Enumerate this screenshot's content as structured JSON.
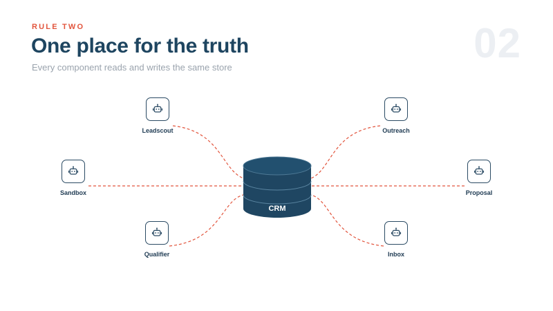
{
  "header": {
    "eyebrow": "RULE TWO",
    "title": "One place for the truth",
    "subtitle": "Every component reads and writes the same store",
    "slide_number": "02"
  },
  "hub": {
    "label": "CRM",
    "icon": "database-icon",
    "color": "#1f4662"
  },
  "connector_color": "#e2553d",
  "nodes": [
    {
      "id": "leadscout",
      "label": "Leadscout",
      "icon": "robot-icon"
    },
    {
      "id": "outreach",
      "label": "Outreach",
      "icon": "robot-icon"
    },
    {
      "id": "sandbox",
      "label": "Sandbox",
      "icon": "robot-icon"
    },
    {
      "id": "proposal",
      "label": "Proposal",
      "icon": "robot-icon"
    },
    {
      "id": "qualifier",
      "label": "Qualifier",
      "icon": "robot-icon"
    },
    {
      "id": "inbox",
      "label": "Inbox",
      "icon": "robot-icon"
    }
  ]
}
